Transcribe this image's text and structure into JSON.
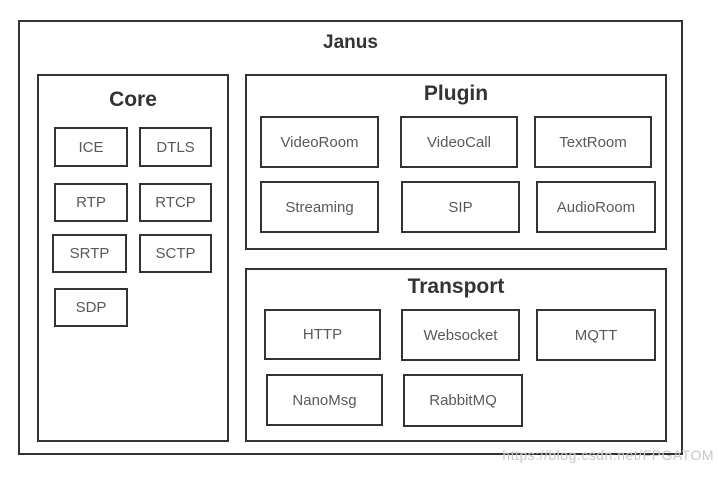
{
  "diagram": {
    "title": "Janus",
    "groups": [
      {
        "id": "core",
        "title": "Core",
        "items": [
          "ICE",
          "DTLS",
          "RTP",
          "RTCP",
          "SRTP",
          "SCTP",
          "SDP"
        ]
      },
      {
        "id": "plugin",
        "title": "Plugin",
        "items": [
          "VideoRoom",
          "VideoCall",
          "TextRoom",
          "Streaming",
          "SIP",
          "AudioRoom"
        ]
      },
      {
        "id": "transport",
        "title": "Transport",
        "items": [
          "HTTP",
          "Websocket",
          "MQTT",
          "NanoMsg",
          "RabbitMQ"
        ]
      }
    ]
  },
  "watermark": {
    "text": "https://blog.csdn.net/FPGATOM"
  },
  "colors": {
    "border": "#333333",
    "heading": "#333333",
    "item_text": "#595959",
    "watermark": "#c7c7c7",
    "background": "#ffffff"
  }
}
